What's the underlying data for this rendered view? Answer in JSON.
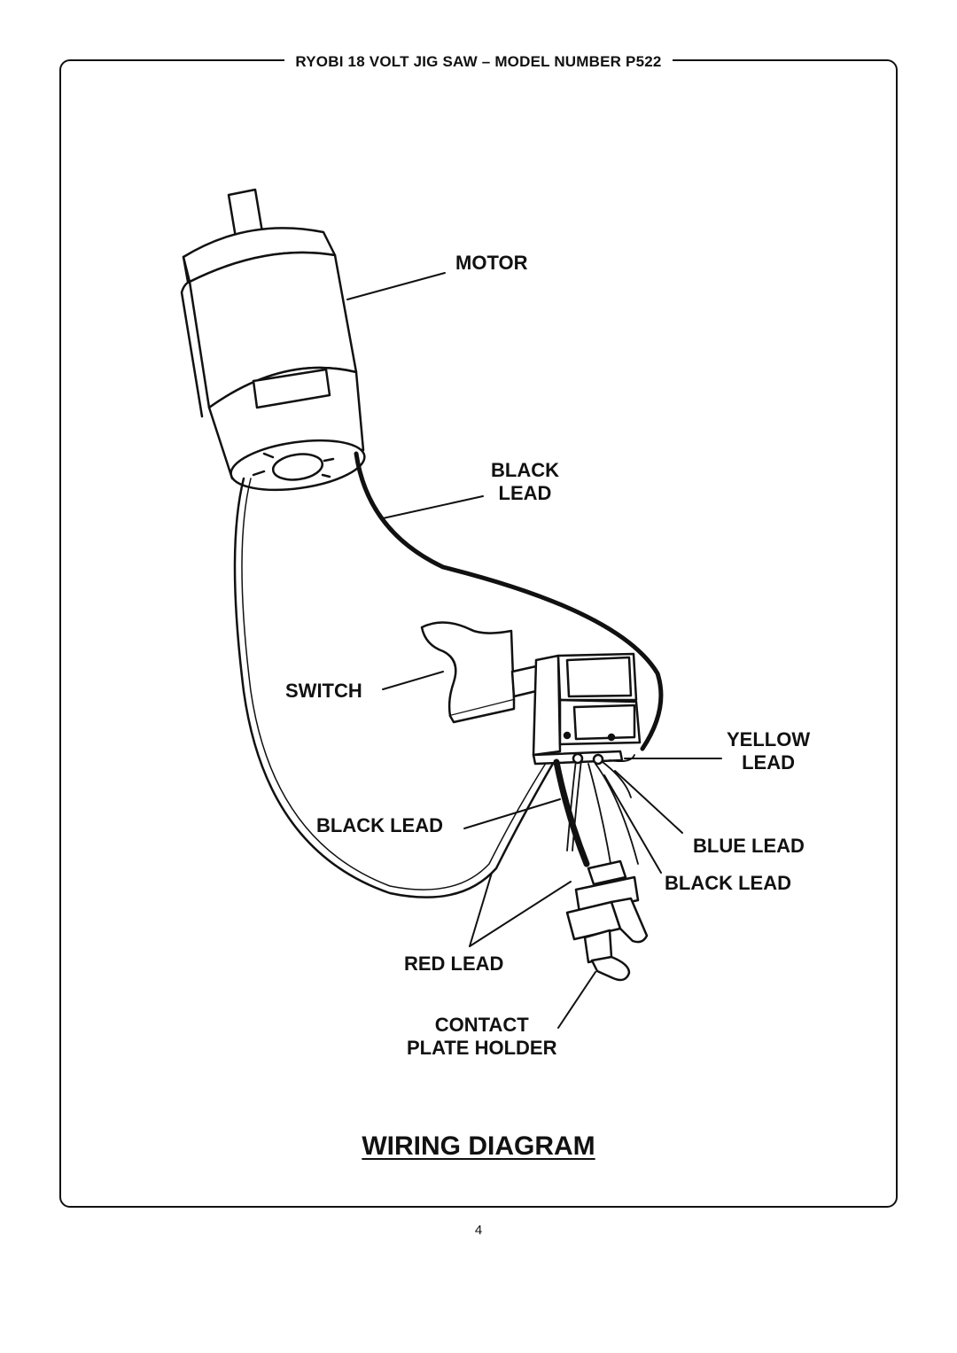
{
  "header": {
    "title": "RYOBI 18 VOLT JIG SAW – MODEL NUMBER P522"
  },
  "diagram": {
    "title": "WIRING DIAGRAM",
    "labels": {
      "motor": "MOTOR",
      "black_lead_top": "BLACK\nLEAD",
      "switch": "SWITCH",
      "yellow_lead": "YELLOW\nLEAD",
      "black_lead_left": "BLACK LEAD",
      "blue_lead": "BLUE LEAD",
      "black_lead_right": "BLACK LEAD",
      "red_lead": "RED LEAD",
      "contact_plate_holder": "CONTACT\nPLATE HOLDER"
    }
  },
  "footer": {
    "page_number": "4"
  },
  "colors": {
    "ink": "#111111",
    "background": "#ffffff"
  }
}
